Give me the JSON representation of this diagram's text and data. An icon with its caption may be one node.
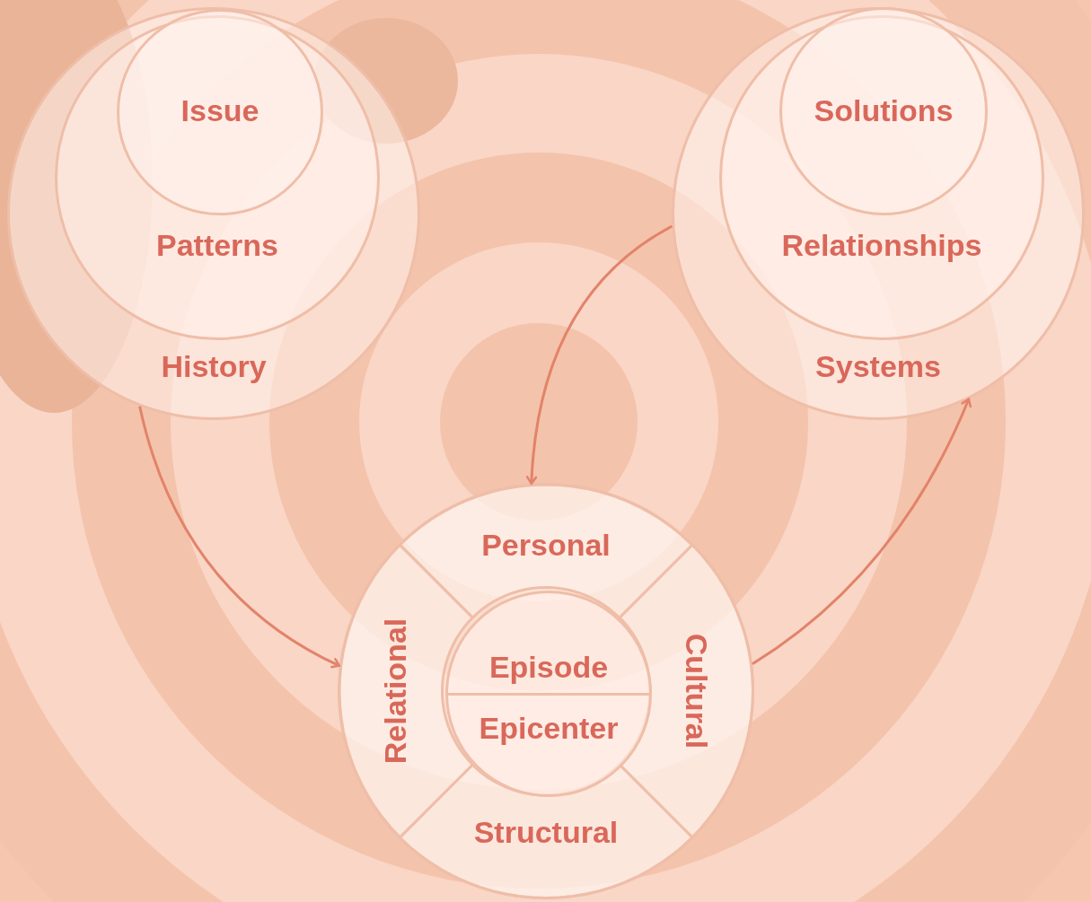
{
  "diagram": {
    "nodes": [
      {
        "text": [
          "History"
        ]
      },
      {
        "text": [
          "Patterns"
        ],
        "in": 0
      },
      {
        "text": [
          "Issue"
        ],
        "in": 1
      },
      {
        "text": [
          "Systems"
        ]
      },
      {
        "text": [
          "Relationships"
        ],
        "in": 3
      },
      {
        "text": [
          "Solutions"
        ],
        "in": 4
      },
      {
        "text": [],
        "shape": "circle"
      },
      {
        "text": [
          "Personal"
        ],
        "in": 6
      },
      {
        "text": [
          "Cultural"
        ],
        "in": 6
      },
      {
        "text": [
          "Structural"
        ],
        "in": 6
      },
      {
        "text": [
          "Relational"
        ],
        "in": 6
      },
      {
        "text": [
          "Episode",
          "Epicenter"
        ],
        "in": 6
      }
    ],
    "edges": [
      {
        "from": 0,
        "to": 6,
        "arrow": "to"
      },
      {
        "from": 3,
        "to": 6,
        "arrow": "to"
      },
      {
        "from": 6,
        "to": 3,
        "arrow": "to"
      }
    ]
  }
}
